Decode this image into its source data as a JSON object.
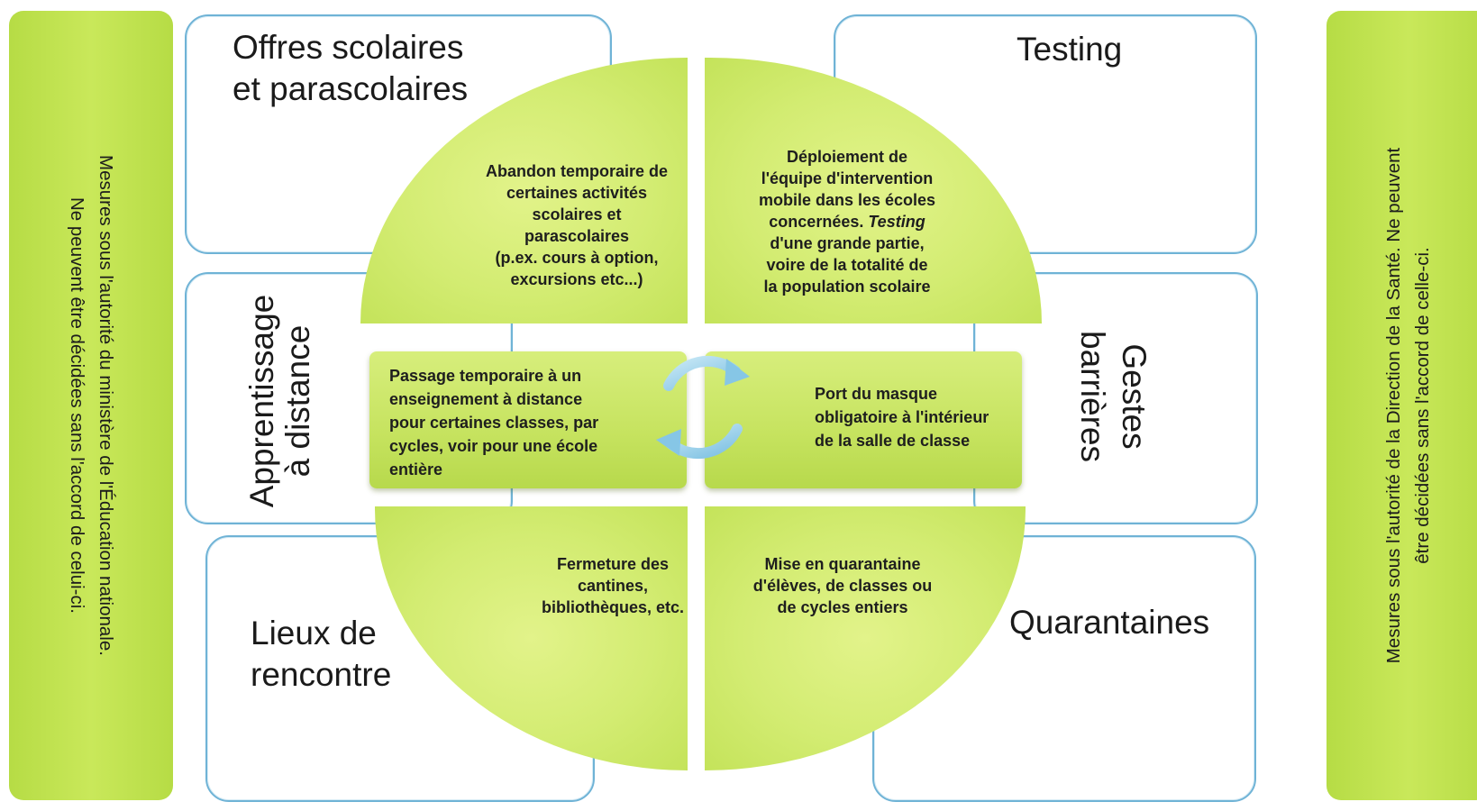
{
  "side_left": {
    "line1": "Mesures sous l'autorité du ministère de l'Éducation nationale.",
    "line2": "Ne peuvent être décidées sans l'accord de celui-ci."
  },
  "side_right": {
    "line1": "Mesures sous l'autorité de la Direction de la Santé. Ne peuvent",
    "line2": "être décidées sans l'accord de celle-ci."
  },
  "categories": {
    "offres": {
      "line1": "Offres scolaires",
      "line2": "et parascolaires"
    },
    "testing": "Testing",
    "apprentissage": {
      "line1": "Apprentissage",
      "line2": "à distance"
    },
    "gestes": {
      "line1": "Gestes",
      "line2": "barrières"
    },
    "lieux": {
      "line1": "Lieux de",
      "line2": "rencontre"
    },
    "quarantaines": "Quarantaines"
  },
  "measures": {
    "top_left": {
      "line1": "Abandon temporaire de",
      "line2": "certaines activités",
      "line3": "scolaires et",
      "line4": "parascolaires",
      "line5": "(p.ex. cours à option,",
      "line6": "excursions etc...)"
    },
    "top_right": {
      "line1": "Déploiement de",
      "line2": "l'équipe d'intervention",
      "line3": "mobile dans les écoles",
      "line4_a": "concernées. ",
      "line4_b": "Testing",
      "line5": "d'une grande partie,",
      "line6": "voire de la totalité de",
      "line7": "la population scolaire"
    },
    "mid_left": {
      "line1": "Passage temporaire à un",
      "line2": "enseignement à distance",
      "line3": "pour certaines classes, par",
      "line4": "cycles, voir pour une école",
      "line5": "entière"
    },
    "mid_right": {
      "line1": "Port du masque",
      "line2": "obligatoire à l'intérieur",
      "line3": "de la salle de classe"
    },
    "bottom_left": {
      "line1": "Fermeture des",
      "line2": "cantines,",
      "line3": "bibliothèques, etc."
    },
    "bottom_right": {
      "line1": "Mise en quarantaine",
      "line2": "d'élèves, de classes ou",
      "line3": "de cycles entiers"
    }
  },
  "colors": {
    "side_bar": "#b6dc45",
    "quadrant": "#d3ec72",
    "box_border": "#6fb3d6",
    "cycle_arrow": "#8ccbe8"
  },
  "icons": {
    "center": "cycle-arrows-icon"
  }
}
